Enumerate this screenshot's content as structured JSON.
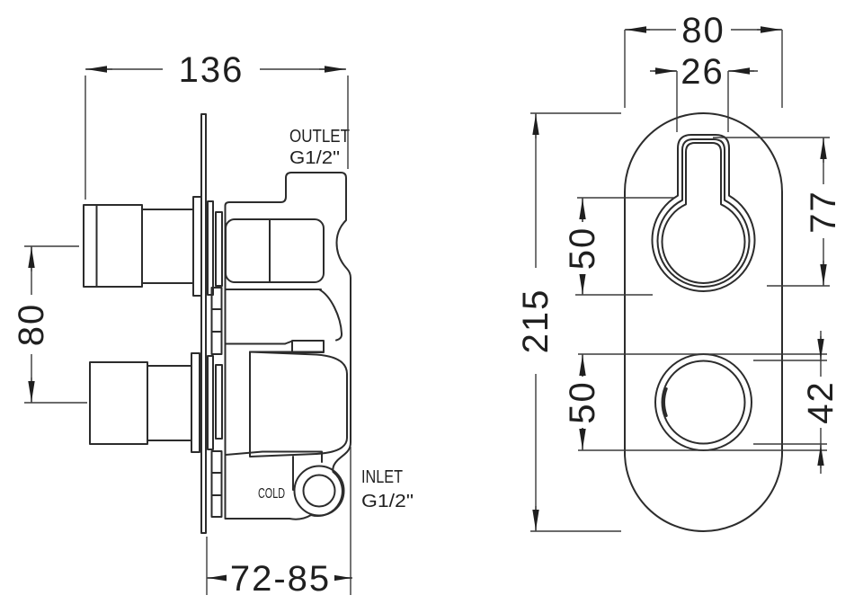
{
  "drawing": {
    "background": "#ffffff",
    "line_color": "#2c2c2c",
    "dim_line_color": "#3a3a3a",
    "text_color": "#1f1f1f"
  },
  "side_view": {
    "dims": {
      "overall_width": "136",
      "handle_spacing": "80",
      "install_depth": "72-85"
    },
    "labels": {
      "outlet": "OUTLET",
      "outlet_thread": "G1/2\"",
      "inlet": "INLET",
      "inlet_thread": "G1/2\"",
      "cold": "COLD"
    }
  },
  "front_view": {
    "dims": {
      "plate_width": "80",
      "lever_slot_width": "26",
      "plate_height": "215",
      "upper_spacing": "50",
      "lower_spacing": "50",
      "lever_cutout_height": "77",
      "knob_diameter": "42"
    }
  }
}
